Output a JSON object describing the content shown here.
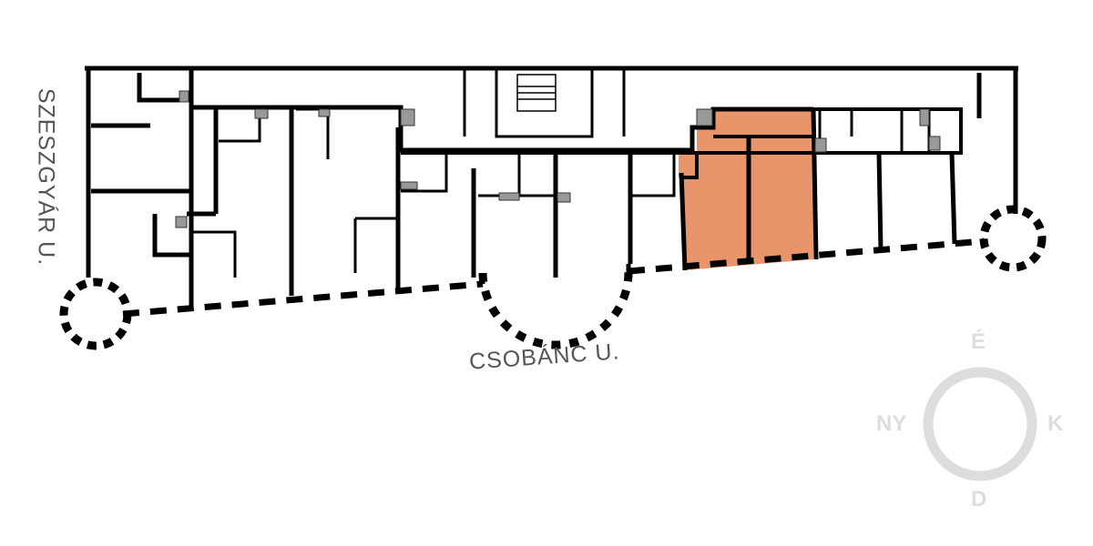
{
  "streets": {
    "left": "SZESZGYÁR U.",
    "bottom": "CSOBÁNC U."
  },
  "compass": {
    "north": "É",
    "west": "NY",
    "east": "K",
    "south": "D"
  },
  "colors": {
    "wall": "#000000",
    "highlight": "#e8956b",
    "compass": "#dddddd",
    "street_text": "#555555"
  }
}
